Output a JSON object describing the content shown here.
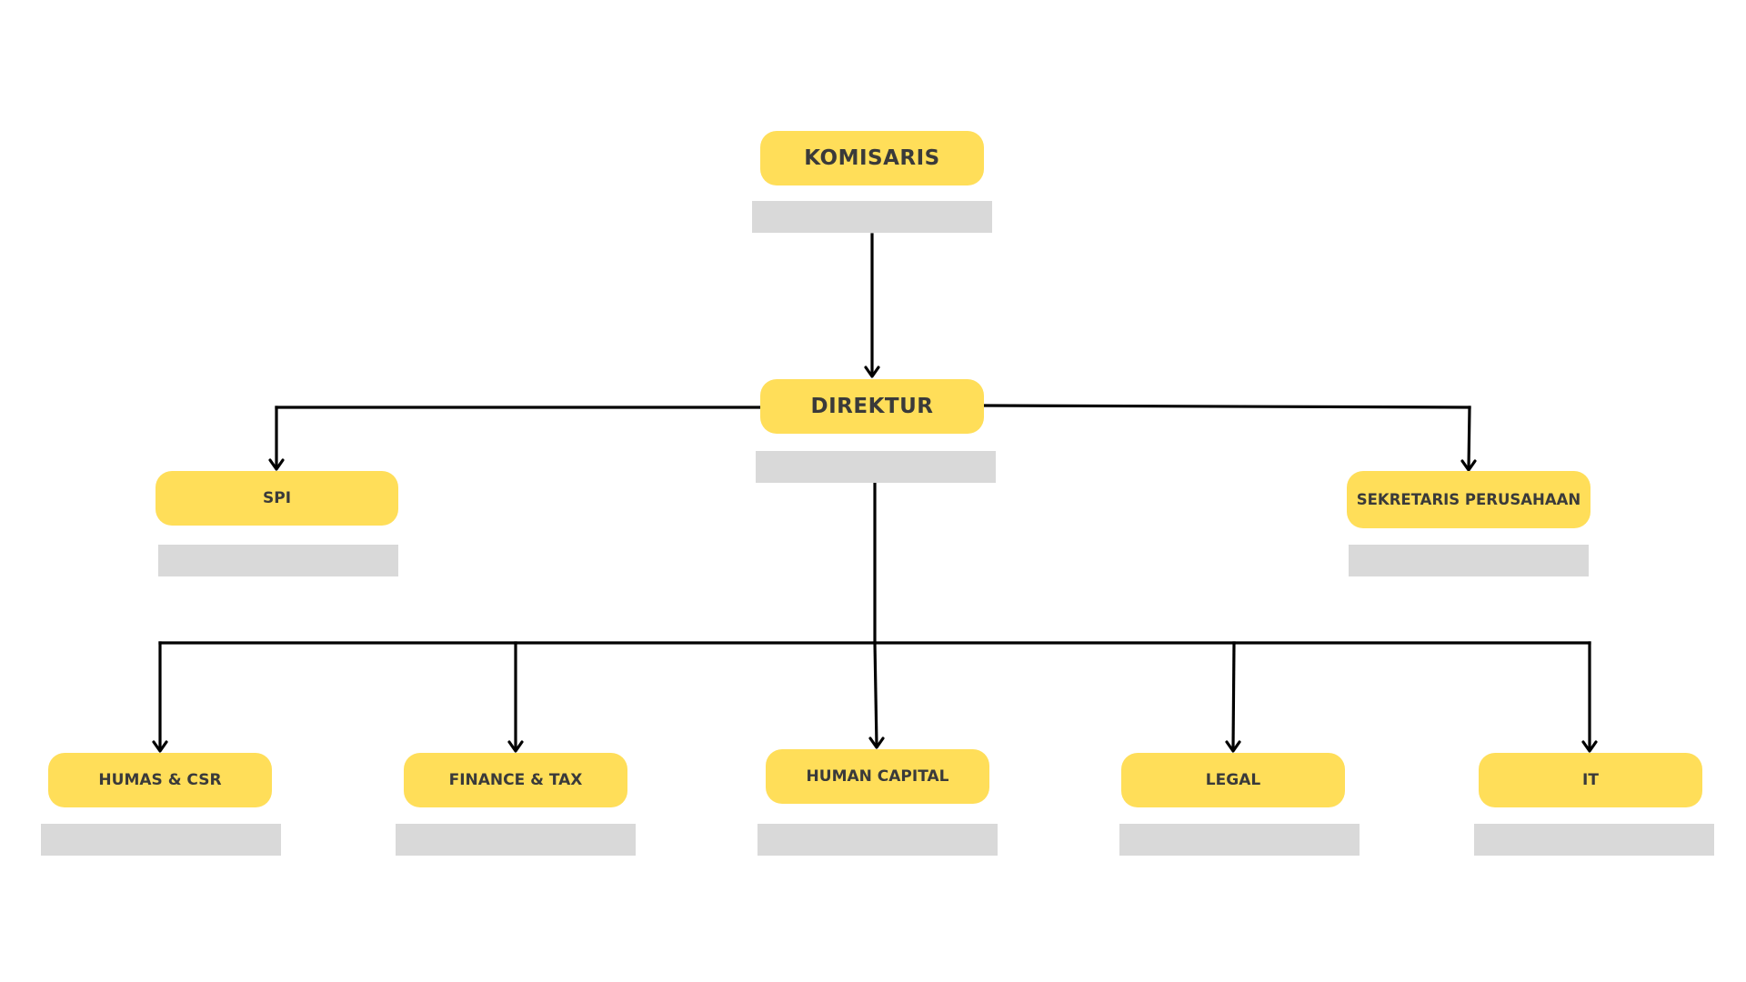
{
  "colors": {
    "node_fill": "#FFDE59",
    "name_bar": "#D9D9D9",
    "connector": "#000000",
    "background": "#FFFFFF"
  },
  "chart": {
    "root": {
      "id": "komisaris",
      "label": "KOMISARIS"
    },
    "director": {
      "id": "direktur",
      "label": "DIREKTUR"
    },
    "staff": [
      {
        "id": "spi",
        "label": "SPI"
      },
      {
        "id": "sekretaris-perusahaan",
        "label": "SEKRETARIS PERUSAHAAN"
      }
    ],
    "departments": [
      {
        "id": "humas-csr",
        "label": "HUMAS & CSR"
      },
      {
        "id": "finance-tax",
        "label": "FINANCE & TAX"
      },
      {
        "id": "human-capital",
        "label": "HUMAN CAPITAL"
      },
      {
        "id": "legal",
        "label": "LEGAL"
      },
      {
        "id": "it",
        "label": "IT"
      }
    ]
  }
}
